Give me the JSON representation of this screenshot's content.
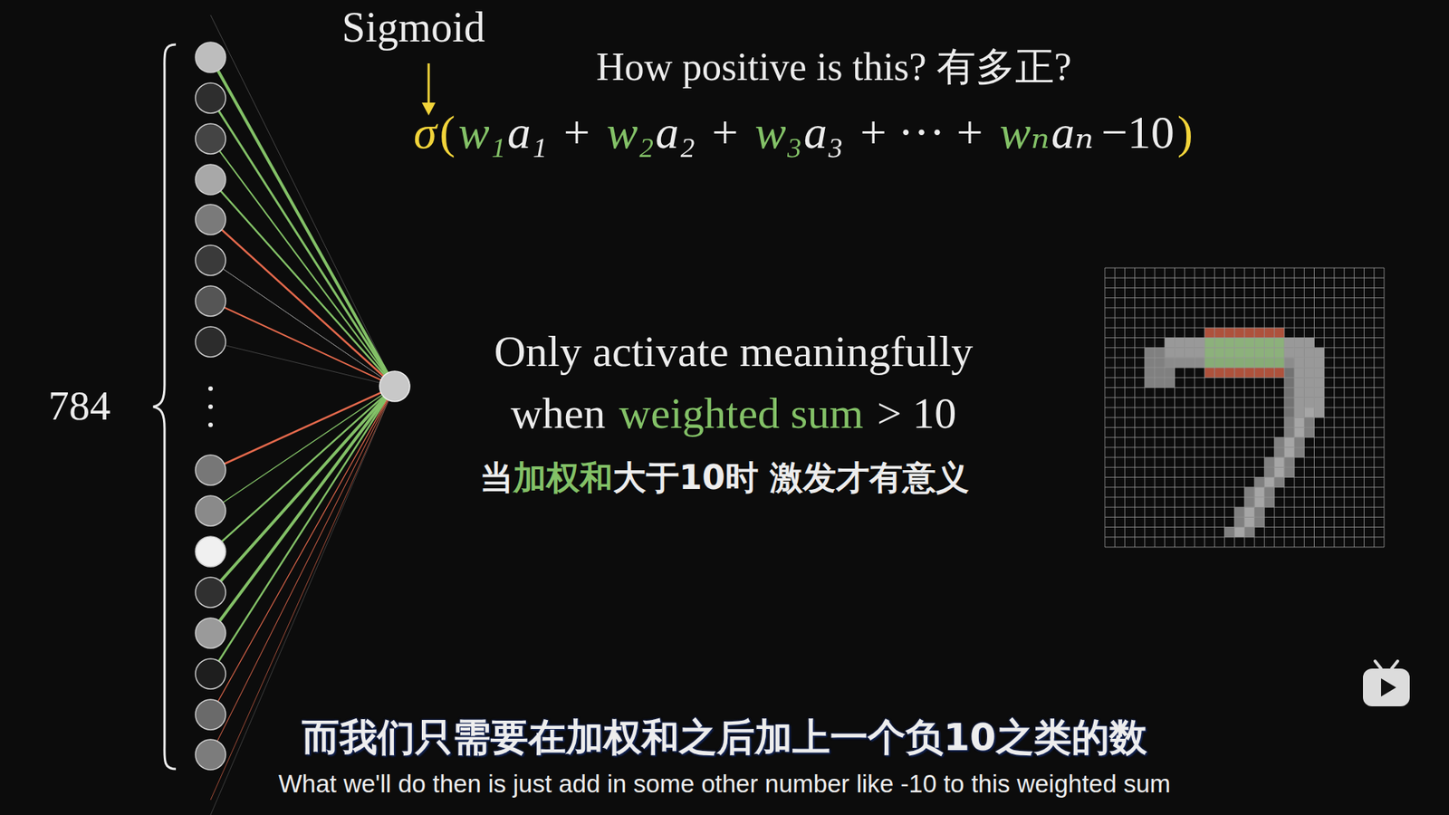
{
  "diagram": {
    "labels": [
      "Sigmoid",
      "How positive is this? 有多正?",
      "σ",
      "(",
      "w₁",
      "a₁",
      "+",
      "w₂",
      "a₂",
      "+",
      "w₃",
      "a₃",
      "+ ··· +",
      "wₙ",
      "aₙ",
      "−10",
      ")",
      "784",
      "Only activate meaningfully",
      "when",
      "weighted sum",
      "> 10",
      "当",
      "加权和",
      "大于10时 激发才有意义",
      "而我们只需要在加权和之后加上一个负10之类的数",
      "What we'll do then is just add in some other number like -10 to this weighted sum"
    ]
  }
}
